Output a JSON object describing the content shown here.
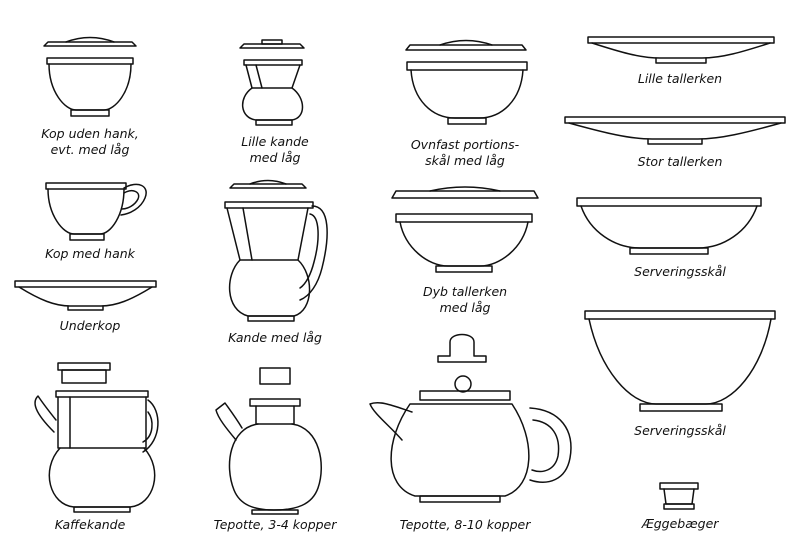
{
  "labels": {
    "kop_uden_hank": [
      "Kop uden hank,",
      "evt. med låg"
    ],
    "kop_med_hank": [
      "Kop med hank"
    ],
    "underkop": [
      "Underkop"
    ],
    "kaffekande": [
      "Kaffekande"
    ],
    "lille_kande": [
      "Lille kande",
      "med låg"
    ],
    "kande_med_laag": [
      "Kande med låg"
    ],
    "tepotte_3_4": [
      "Tepotte, 3-4 kopper"
    ],
    "portionsskaal": [
      "Ovnfast portions-",
      "skål med låg"
    ],
    "dyb_tallerken": [
      "Dyb tallerken",
      "med låg"
    ],
    "tepotte_8_10": [
      "Tepotte, 8-10 kopper"
    ],
    "lille_tallerken": [
      "Lille tallerken"
    ],
    "stor_tallerken": [
      "Stor tallerken"
    ],
    "serveringsskaal_1": [
      "Serveringsskål"
    ],
    "serveringsskaal_2": [
      "Serveringsskål"
    ],
    "aeggebaeger": [
      "Æggebæger"
    ]
  }
}
